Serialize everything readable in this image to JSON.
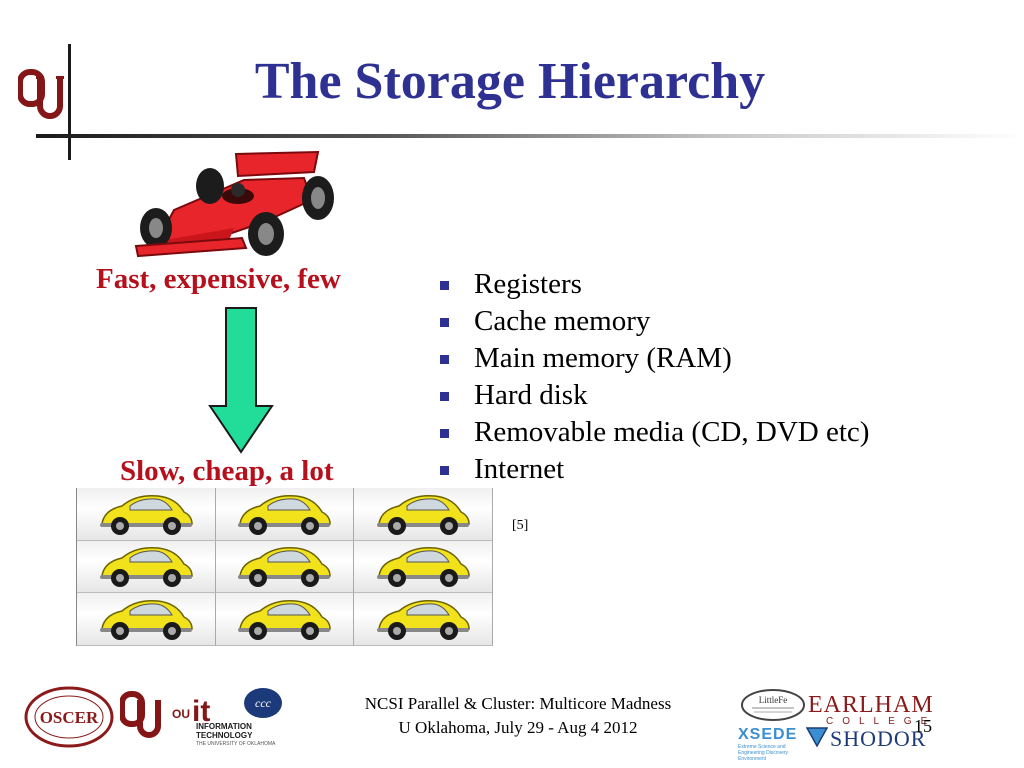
{
  "slide": {
    "title": "The Storage Hierarchy",
    "fast_label": "Fast, expensive, few",
    "slow_label": "Slow, cheap, a lot",
    "bullets": [
      "Registers",
      "Cache memory",
      "Main memory (RAM)",
      "Hard disk",
      "Removable media (CD, DVD etc)",
      "Internet"
    ],
    "reference": "[5]"
  },
  "footer": {
    "line1": "NCSI Parallel & Cluster: Multicore Madness",
    "line2": "U Oklahoma, July 29 - Aug 4 2012",
    "page_number": "15",
    "logos": {
      "oscer": "OSCER",
      "it_info": "INFORMATION",
      "it_tech": "TECHNOLOGY",
      "uo": "THE UNIVERSITY OF OKLAHOMA",
      "littlefe": "LittleFe",
      "xsede": "XSEDE",
      "xsede_sub": "Extreme Science and Engineering Discovery Environment",
      "earlham": "EARLHAM",
      "college": "COLLEGE",
      "shodor": "SHODOR"
    }
  },
  "colors": {
    "title": "#2e3192",
    "accent_red": "#b5101b",
    "arrow_fill": "#22dd99",
    "ou_crimson": "#841617"
  },
  "icons": {
    "header_logo": "ou-logo-icon",
    "fast_image": "race-car-icon",
    "arrow": "down-arrow-icon",
    "slow_image": "beetle-car-icon"
  }
}
